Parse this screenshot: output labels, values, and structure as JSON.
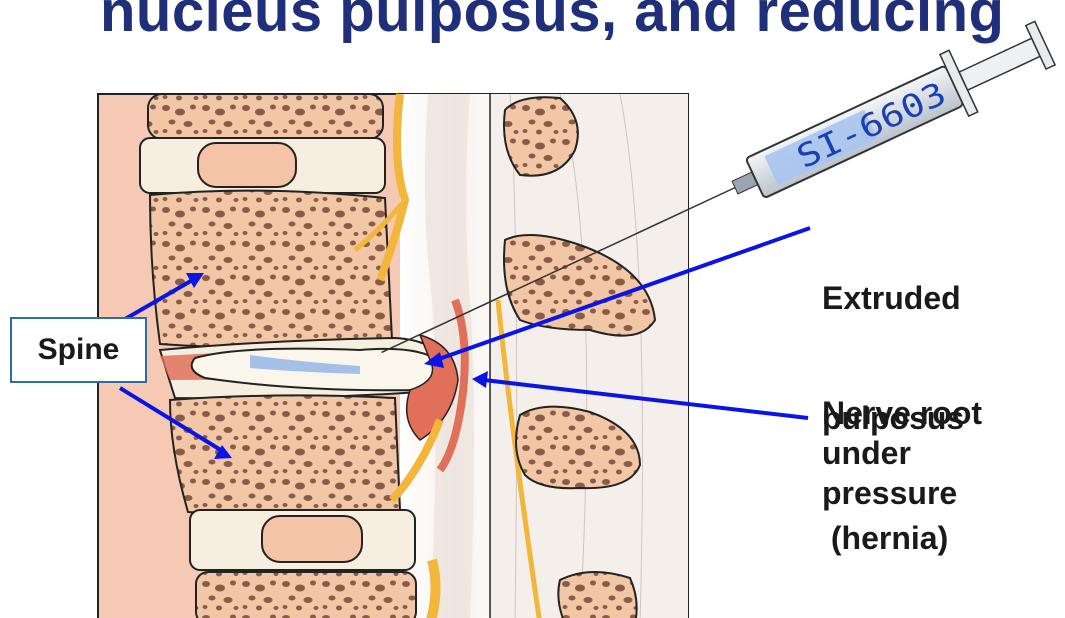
{
  "title": "nucleus pulposus, and reducing",
  "syringe_label": "SI-6603",
  "labels": {
    "spine": "Spine",
    "hernia": [
      "Extruded",
      "pulposus",
      " (hernia)"
    ],
    "nerve_root": [
      "Nerve root",
      "under",
      "pressure"
    ]
  },
  "colors": {
    "title": "#1f2f7a",
    "arrow": "#0a14e6",
    "bone_fill": "#f1c7a6",
    "bone_spots": "#8a5a4a",
    "nerve": "#f2b63a",
    "disc_red": "#e0705a",
    "outline": "#222222"
  }
}
